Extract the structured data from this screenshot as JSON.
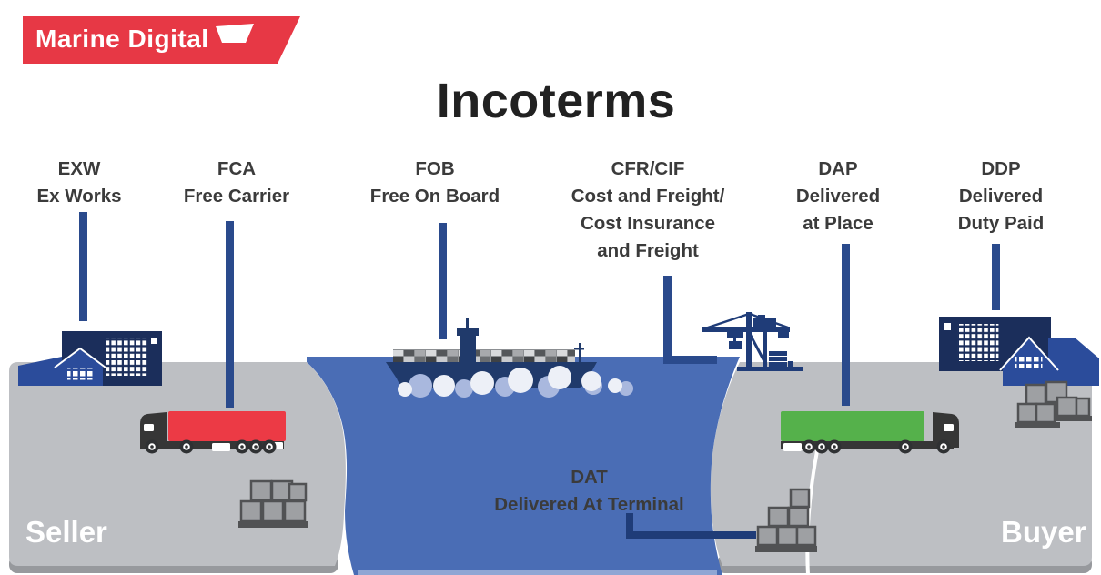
{
  "brand": {
    "logo_text": "Marine Digital",
    "logo_icon": "ship-hull-icon",
    "logo_color": "#E73845"
  },
  "title": "Incoterms",
  "terms": [
    {
      "id": "exw",
      "lines": [
        "EXW",
        "Ex Works"
      ]
    },
    {
      "id": "fca",
      "lines": [
        "FCA",
        "Free Carrier"
      ]
    },
    {
      "id": "fob",
      "lines": [
        "FOB",
        "Free On Board"
      ]
    },
    {
      "id": "cfr_cif",
      "lines": [
        "CFR/CIF",
        "Cost and Freight/",
        "Cost Insurance",
        "and Freight"
      ]
    },
    {
      "id": "dap",
      "lines": [
        "DAP",
        "Delivered",
        "at Place"
      ]
    },
    {
      "id": "ddp",
      "lines": [
        "DDP",
        "Delivered",
        "Duty Paid"
      ]
    }
  ],
  "dat": {
    "lines": [
      "DAT",
      "Delivered At Terminal"
    ]
  },
  "parties": {
    "seller": "Seller",
    "buyer": "Buyer"
  },
  "scene_icons": [
    "factory-icon",
    "warehouse-icon",
    "red-truck-icon",
    "cargo-ship-icon",
    "container-crane-icon",
    "green-truck-icon",
    "cargo-boxes-icon"
  ],
  "colors": {
    "brand_red": "#E73845",
    "pointer_blue": "#2A4A8C",
    "elbow_navy": "#1F3C78",
    "navy_dark": "#1B2E5B",
    "navy_medium": "#2B4C9B",
    "water_blue": "#4A6DB5",
    "water_edge": "#8FA6D4",
    "ground_gray": "#BDBFC3",
    "ground_shadow": "#97999D",
    "truck_red": "#EC3A45",
    "truck_green": "#55B14B",
    "truck_dark": "#363636",
    "box_gray": "#9EA0A3",
    "box_edge": "#515254",
    "label_text": "#3B3B3B",
    "title_text": "#212121",
    "party_text": "#FFFFFF"
  }
}
